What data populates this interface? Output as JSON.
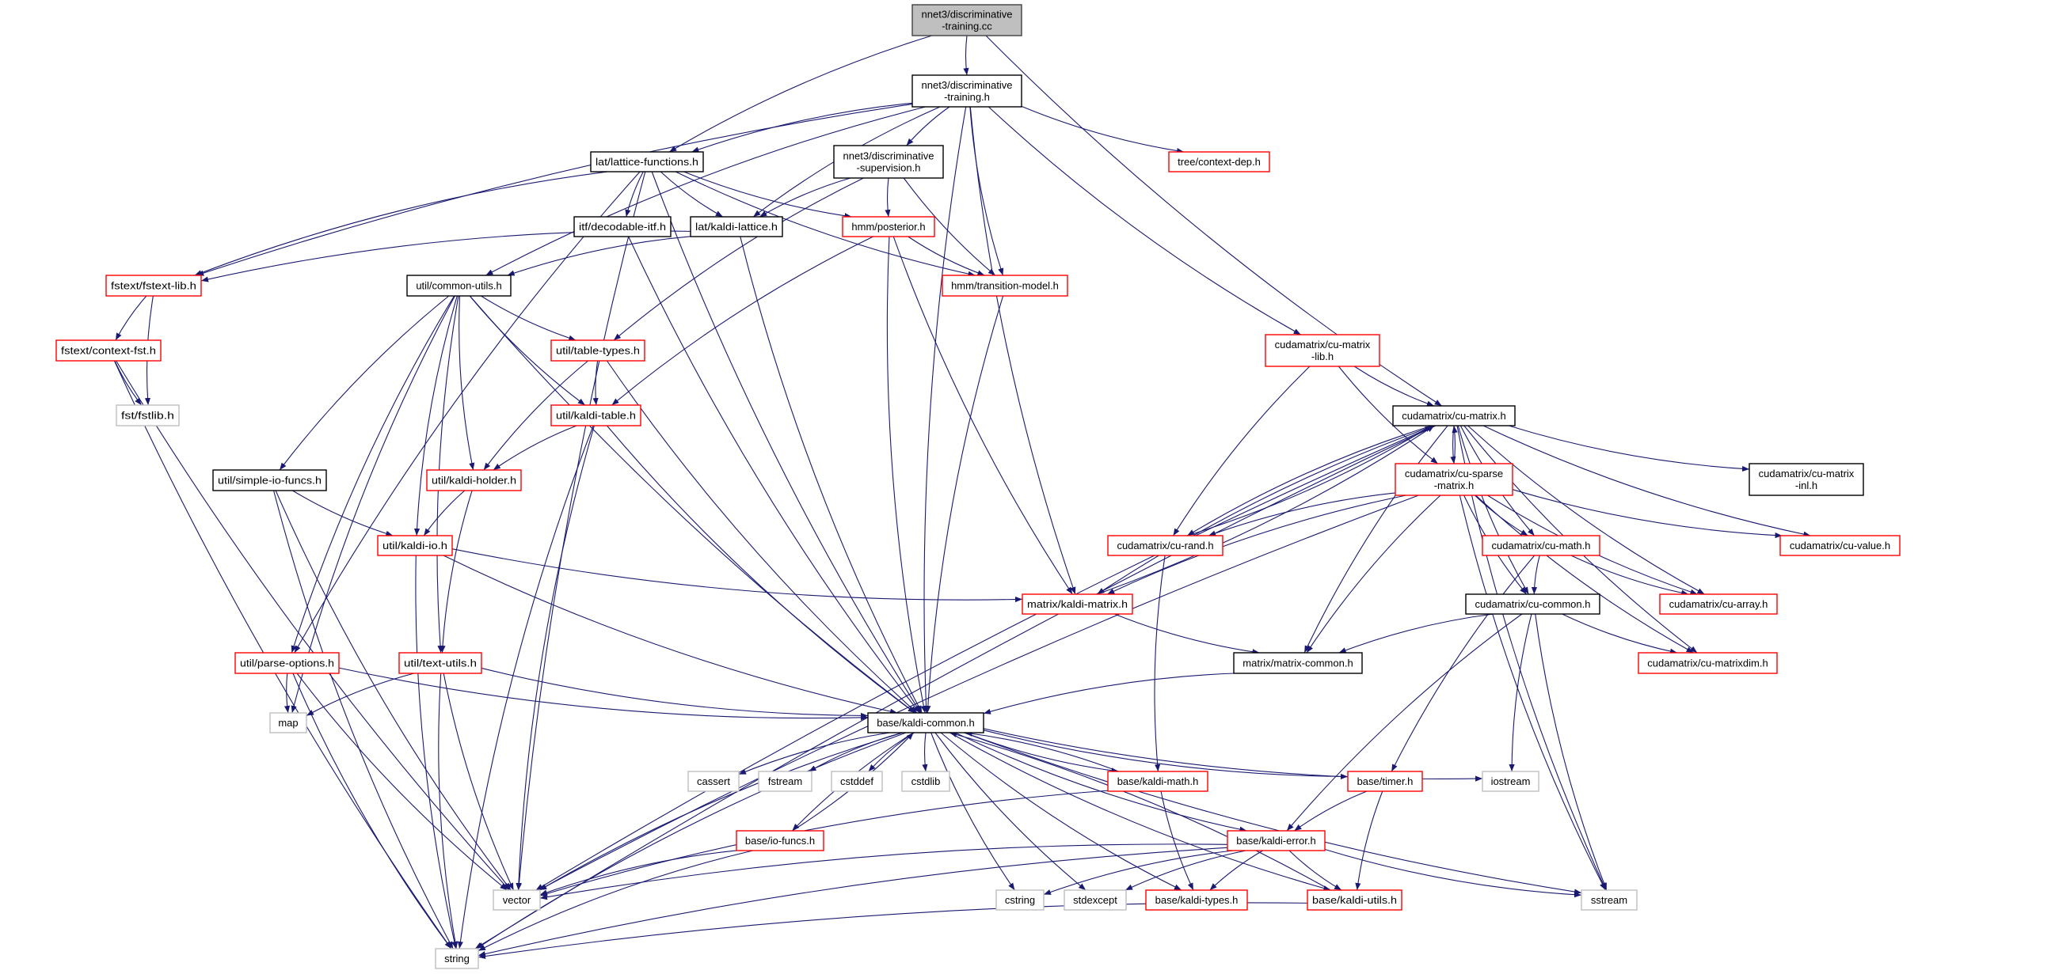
{
  "colors": {
    "edge": "#191970",
    "root_fill": "#bfbfbf",
    "root_border": "#404040",
    "black_border": "#000000",
    "red_border": "#ff0000",
    "gray_border": "#bfbfbf",
    "node_fill": "#ffffff"
  },
  "nodes": [
    {
      "id": "tcc",
      "label": [
        "nnet3/discriminative",
        "-training.cc"
      ],
      "style": "root"
    },
    {
      "id": "th",
      "label": [
        "nnet3/discriminative",
        "-training.h"
      ],
      "style": "black"
    },
    {
      "id": "latfun",
      "label": [
        "lat/lattice-functions.h"
      ],
      "style": "black"
    },
    {
      "id": "superv",
      "label": [
        "nnet3/discriminative",
        "-supervision.h"
      ],
      "style": "black"
    },
    {
      "id": "decitf",
      "label": [
        "itf/decodable-itf.h"
      ],
      "style": "black"
    },
    {
      "id": "kaldilat",
      "label": [
        "lat/kaldi-lattice.h"
      ],
      "style": "black"
    },
    {
      "id": "posterior",
      "label": [
        "hmm/posterior.h"
      ],
      "style": "red"
    },
    {
      "id": "transmodel",
      "label": [
        "hmm/transition-model.h"
      ],
      "style": "red"
    },
    {
      "id": "fstextlib",
      "label": [
        "fstext/fstext-lib.h"
      ],
      "style": "red"
    },
    {
      "id": "commonutils",
      "label": [
        "util/common-utils.h"
      ],
      "style": "black"
    },
    {
      "id": "contextfst",
      "label": [
        "fstext/context-fst.h"
      ],
      "style": "red"
    },
    {
      "id": "tabletypes",
      "label": [
        "util/table-types.h"
      ],
      "style": "red"
    },
    {
      "id": "fstlib",
      "label": [
        "fst/fstlib.h"
      ],
      "style": "gray"
    },
    {
      "id": "kalditable",
      "label": [
        "util/kaldi-table.h"
      ],
      "style": "red"
    },
    {
      "id": "simpleio",
      "label": [
        "util/simple-io-funcs.h"
      ],
      "style": "black"
    },
    {
      "id": "kaldiholder",
      "label": [
        "util/kaldi-holder.h"
      ],
      "style": "red"
    },
    {
      "id": "contextdep",
      "label": [
        "tree/context-dep.h"
      ],
      "style": "red"
    },
    {
      "id": "cumatlib",
      "label": [
        "cudamatrix/cu-matrix",
        "-lib.h"
      ],
      "style": "red"
    },
    {
      "id": "cumatrix",
      "label": [
        "cudamatrix/cu-matrix.h"
      ],
      "style": "black"
    },
    {
      "id": "cumatinl",
      "label": [
        "cudamatrix/cu-matrix",
        "-inl.h"
      ],
      "style": "black"
    },
    {
      "id": "cusparse",
      "label": [
        "cudamatrix/cu-sparse",
        "-matrix.h"
      ],
      "style": "red"
    },
    {
      "id": "curand",
      "label": [
        "cudamatrix/cu-rand.h"
      ],
      "style": "red"
    },
    {
      "id": "cumath",
      "label": [
        "cudamatrix/cu-math.h"
      ],
      "style": "red"
    },
    {
      "id": "cuvalue",
      "label": [
        "cudamatrix/cu-value.h"
      ],
      "style": "red"
    },
    {
      "id": "kaldimatrix",
      "label": [
        "matrix/kaldi-matrix.h"
      ],
      "style": "red"
    },
    {
      "id": "cucommon",
      "label": [
        "cudamatrix/cu-common.h"
      ],
      "style": "black"
    },
    {
      "id": "cuarray",
      "label": [
        "cudamatrix/cu-array.h"
      ],
      "style": "red"
    },
    {
      "id": "matrixcommon",
      "label": [
        "matrix/matrix-common.h"
      ],
      "style": "black"
    },
    {
      "id": "cumatrixdim",
      "label": [
        "cudamatrix/cu-matrixdim.h"
      ],
      "style": "red"
    },
    {
      "id": "kaldimath",
      "label": [
        "base/kaldi-math.h"
      ],
      "style": "red"
    },
    {
      "id": "timer",
      "label": [
        "base/timer.h"
      ],
      "style": "red"
    },
    {
      "id": "iostream",
      "label": [
        "iostream"
      ],
      "style": "gray"
    },
    {
      "id": "kaldierror",
      "label": [
        "base/kaldi-error.h"
      ],
      "style": "red"
    },
    {
      "id": "stdexcept",
      "label": [
        "stdexcept"
      ],
      "style": "gray"
    },
    {
      "id": "kalditypes",
      "label": [
        "base/kaldi-types.h"
      ],
      "style": "red"
    },
    {
      "id": "kaldiutils",
      "label": [
        "base/kaldi-utils.h"
      ],
      "style": "red"
    },
    {
      "id": "sstream",
      "label": [
        "sstream"
      ],
      "style": "gray"
    },
    {
      "id": "kaldiio",
      "label": [
        "util/kaldi-io.h"
      ],
      "style": "red"
    },
    {
      "id": "parseoptions",
      "label": [
        "util/parse-options.h"
      ],
      "style": "red"
    },
    {
      "id": "textutils",
      "label": [
        "util/text-utils.h"
      ],
      "style": "red"
    },
    {
      "id": "map",
      "label": [
        "map"
      ],
      "style": "gray"
    },
    {
      "id": "kaldicommon",
      "label": [
        "base/kaldi-common.h"
      ],
      "style": "black"
    },
    {
      "id": "cassert",
      "label": [
        "cassert"
      ],
      "style": "gray"
    },
    {
      "id": "fstream",
      "label": [
        "fstream"
      ],
      "style": "gray"
    },
    {
      "id": "cstddef",
      "label": [
        "cstddef"
      ],
      "style": "gray"
    },
    {
      "id": "cstdlib",
      "label": [
        "cstdlib"
      ],
      "style": "gray"
    },
    {
      "id": "iofuncs",
      "label": [
        "base/io-funcs.h"
      ],
      "style": "red"
    },
    {
      "id": "vector",
      "label": [
        "vector"
      ],
      "style": "gray"
    },
    {
      "id": "cstring",
      "label": [
        "cstring"
      ],
      "style": "gray"
    },
    {
      "id": "string",
      "label": [
        "string"
      ],
      "style": "gray"
    }
  ],
  "edges": [
    [
      "tcc",
      "th"
    ],
    [
      "tcc",
      "latfun"
    ],
    [
      "tcc",
      "cumatrix"
    ],
    [
      "th",
      "latfun"
    ],
    [
      "th",
      "fstextlib"
    ],
    [
      "th",
      "commonutils"
    ],
    [
      "th",
      "kaldilat"
    ],
    [
      "th",
      "superv"
    ],
    [
      "th",
      "transmodel"
    ],
    [
      "th",
      "kaldimatrix"
    ],
    [
      "th",
      "kaldicommon"
    ],
    [
      "th",
      "contextdep"
    ],
    [
      "th",
      "cumatlib"
    ],
    [
      "latfun",
      "fstextlib"
    ],
    [
      "latfun",
      "decitf"
    ],
    [
      "latfun",
      "kaldilat"
    ],
    [
      "latfun",
      "posterior"
    ],
    [
      "latfun",
      "transmodel"
    ],
    [
      "latfun",
      "vector"
    ],
    [
      "latfun",
      "parseoptions"
    ],
    [
      "latfun",
      "kaldicommon"
    ],
    [
      "superv",
      "kaldilat"
    ],
    [
      "superv",
      "posterior"
    ],
    [
      "superv",
      "transmodel"
    ],
    [
      "superv",
      "tabletypes"
    ],
    [
      "decitf",
      "kaldicommon"
    ],
    [
      "kaldilat",
      "fstextlib"
    ],
    [
      "kaldilat",
      "commonutils"
    ],
    [
      "kaldilat",
      "kaldicommon"
    ],
    [
      "posterior",
      "transmodel"
    ],
    [
      "posterior",
      "kalditable"
    ],
    [
      "posterior",
      "kaldicommon"
    ],
    [
      "posterior",
      "kaldimatrix"
    ],
    [
      "transmodel",
      "kaldicommon"
    ],
    [
      "fstextlib",
      "contextfst"
    ],
    [
      "fstextlib",
      "fstlib"
    ],
    [
      "contextfst",
      "fstlib"
    ],
    [
      "contextfst",
      "vector"
    ],
    [
      "contextfst",
      "string"
    ],
    [
      "commonutils",
      "tabletypes"
    ],
    [
      "commonutils",
      "kalditable"
    ],
    [
      "commonutils",
      "kaldiholder"
    ],
    [
      "commonutils",
      "kaldiio"
    ],
    [
      "commonutils",
      "simpleio"
    ],
    [
      "commonutils",
      "textutils"
    ],
    [
      "commonutils",
      "map"
    ],
    [
      "commonutils",
      "kaldicommon"
    ],
    [
      "commonutils",
      "parseoptions"
    ],
    [
      "tabletypes",
      "kalditable"
    ],
    [
      "tabletypes",
      "kaldiholder"
    ],
    [
      "tabletypes",
      "kaldicommon"
    ],
    [
      "kalditable",
      "kaldiholder"
    ],
    [
      "kalditable",
      "vector"
    ],
    [
      "kalditable",
      "kaldicommon"
    ],
    [
      "kalditable",
      "string"
    ],
    [
      "simpleio",
      "kaldiio"
    ],
    [
      "simpleio",
      "vector"
    ],
    [
      "simpleio",
      "string"
    ],
    [
      "kaldiholder",
      "kaldiio"
    ],
    [
      "kaldiholder",
      "textutils"
    ],
    [
      "kaldiio",
      "kaldimatrix"
    ],
    [
      "kaldiio",
      "kaldicommon"
    ],
    [
      "kaldiio",
      "string"
    ],
    [
      "parseoptions",
      "map"
    ],
    [
      "parseoptions",
      "vector"
    ],
    [
      "parseoptions",
      "string"
    ],
    [
      "parseoptions",
      "kaldicommon"
    ],
    [
      "textutils",
      "map"
    ],
    [
      "textutils",
      "vector"
    ],
    [
      "textutils",
      "string"
    ],
    [
      "textutils",
      "kaldicommon"
    ],
    [
      "kaldicommon",
      "cassert"
    ],
    [
      "kaldicommon",
      "fstream"
    ],
    [
      "kaldicommon",
      "cstddef"
    ],
    [
      "kaldicommon",
      "cstdlib"
    ],
    [
      "kaldicommon",
      "iofuncs"
    ],
    [
      "kaldicommon",
      "vector"
    ],
    [
      "kaldicommon",
      "string"
    ],
    [
      "kaldicommon",
      "cstring"
    ],
    [
      "kaldicommon",
      "stdexcept"
    ],
    [
      "kaldicommon",
      "kaldimath"
    ],
    [
      "kaldicommon",
      "kalditypes"
    ],
    [
      "kaldicommon",
      "kaldiutils"
    ],
    [
      "kaldicommon",
      "kaldierror"
    ],
    [
      "kaldicommon",
      "timer"
    ],
    [
      "kaldicommon",
      "iostream"
    ],
    [
      "kaldicommon",
      "sstream"
    ],
    [
      "kaldimath",
      "kaldicommon"
    ],
    [
      "kaldimath",
      "kalditypes"
    ],
    [
      "kaldimath",
      "vector"
    ],
    [
      "iofuncs",
      "kaldicommon"
    ],
    [
      "iofuncs",
      "vector"
    ],
    [
      "iofuncs",
      "string"
    ],
    [
      "kaldiutils",
      "kaldicommon"
    ],
    [
      "kaldiutils",
      "string"
    ],
    [
      "kaldierror",
      "vector"
    ],
    [
      "kaldierror",
      "cstring"
    ],
    [
      "kaldierror",
      "stdexcept"
    ],
    [
      "kaldierror",
      "kalditypes"
    ],
    [
      "kaldierror",
      "kaldiutils"
    ],
    [
      "kaldierror",
      "sstream"
    ],
    [
      "kaldierror",
      "string"
    ],
    [
      "timer",
      "kaldierror"
    ],
    [
      "timer",
      "kaldiutils"
    ],
    [
      "cumatlib",
      "cumatrix"
    ],
    [
      "cumatlib",
      "curand"
    ],
    [
      "cumatlib",
      "cusparse"
    ],
    [
      "cumatrix",
      "cusparse"
    ],
    [
      "cumatrix",
      "cumatinl"
    ],
    [
      "cumatrix",
      "curand"
    ],
    [
      "cumatrix",
      "cumath"
    ],
    [
      "cumatrix",
      "cuvalue"
    ],
    [
      "cumatrix",
      "cuarray"
    ],
    [
      "cumatrix",
      "cucommon"
    ],
    [
      "cumatrix",
      "cumatrixdim"
    ],
    [
      "cumatrix",
      "matrixcommon"
    ],
    [
      "cumatrix",
      "kaldimatrix"
    ],
    [
      "cumatrix",
      "vector"
    ],
    [
      "cumatrix",
      "sstream"
    ],
    [
      "cumatrix",
      "string"
    ],
    [
      "cusparse",
      "curand"
    ],
    [
      "cusparse",
      "cumath"
    ],
    [
      "cusparse",
      "cuvalue"
    ],
    [
      "cusparse",
      "cuarray"
    ],
    [
      "cusparse",
      "cucommon"
    ],
    [
      "cusparse",
      "cumatrixdim"
    ],
    [
      "cusparse",
      "kaldimatrix"
    ],
    [
      "cusparse",
      "matrixcommon"
    ],
    [
      "cusparse",
      "vector"
    ],
    [
      "cusparse",
      "sstream"
    ],
    [
      "cusparse",
      "cumatrix"
    ],
    [
      "curand",
      "cumatrix"
    ],
    [
      "curand",
      "kaldimath"
    ],
    [
      "cumath",
      "cucommon"
    ],
    [
      "cumath",
      "cuarray"
    ],
    [
      "cumath",
      "timer"
    ],
    [
      "cucommon",
      "matrixcommon"
    ],
    [
      "cucommon",
      "cumatrixdim"
    ],
    [
      "cucommon",
      "iostream"
    ],
    [
      "cucommon",
      "sstream"
    ],
    [
      "cucommon",
      "kaldierror"
    ],
    [
      "kaldimatrix",
      "matrixcommon"
    ],
    [
      "kaldimatrix",
      "cumatrix"
    ],
    [
      "matrixcommon",
      "kaldicommon"
    ]
  ]
}
